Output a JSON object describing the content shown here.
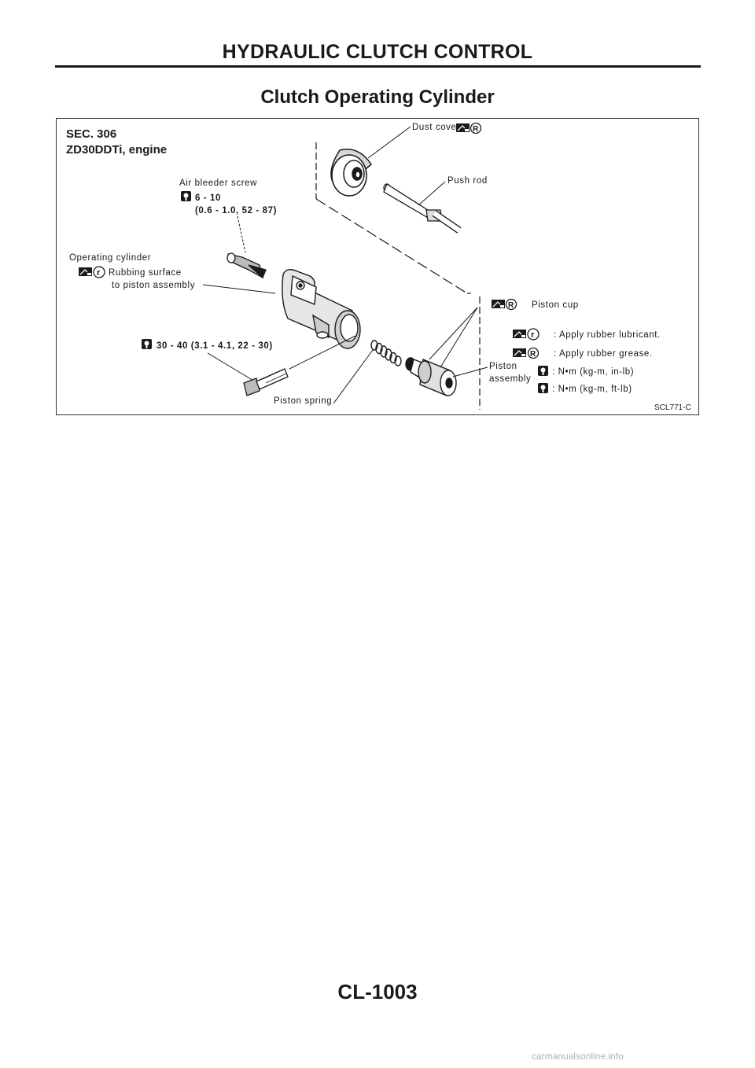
{
  "header": {
    "section": "HYDRAULIC CLUTCH CONTROL"
  },
  "page": {
    "title": "Clutch Operating Cylinder",
    "number": "CL-1003"
  },
  "figure": {
    "sec": "SEC. 306",
    "engine": "ZD30DDTi, engine",
    "code": "SCL771-C",
    "labels": {
      "dust_cover": "Dust cover",
      "push_rod": "Push rod",
      "air_bleeder": "Air bleeder screw",
      "air_bleeder_torque": "6 - 10",
      "air_bleeder_torque2": "(0.6 - 1.0, 52 - 87)",
      "operating_cylinder": "Operating cylinder",
      "rubbing1": "Rubbing surface",
      "rubbing2": "to piston assembly",
      "piston_cup": "Piston cup",
      "bolt_torque": "30 - 40 (3.1 - 4.1, 22 - 30)",
      "piston_spring": "Piston spring",
      "piston_assembly1": "Piston",
      "piston_assembly2": "assembly"
    },
    "legend": [
      {
        "symbols": "grease-brush r",
        "text": ": Apply rubber lubricant."
      },
      {
        "symbols": "grease-brush R",
        "text": ": Apply rubber grease."
      },
      {
        "symbols": "torque-small",
        "text": ": N•m (kg-m, in-lb)"
      },
      {
        "symbols": "torque-large",
        "text": ": N•m (kg-m, ft-lb)"
      }
    ],
    "symbols": {
      "r": "r",
      "R": "R"
    }
  },
  "watermark": "carmanualsonline.info"
}
